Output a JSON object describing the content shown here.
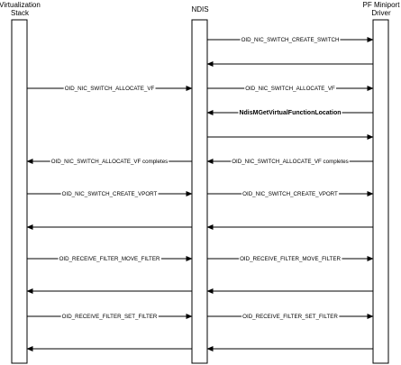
{
  "headers": {
    "virtualization_stack": [
      "Virtualization",
      "Stack"
    ],
    "ndis": [
      "NDIS"
    ],
    "pf_miniport_driver": [
      "PF Miniport",
      "Driver"
    ]
  },
  "messages": [
    {
      "from": "ndis",
      "to": "pf",
      "label": "OID_NIC_SWITCH_CREATE_SWITCH",
      "bold": false
    },
    {
      "from": "pf",
      "to": "ndis",
      "label": "",
      "bold": false
    },
    {
      "from": "vs",
      "to": "ndis",
      "label": "OID_NIC_SWITCH_ALLOCATE_VF",
      "bold": false
    },
    {
      "from": "ndis",
      "to": "pf",
      "label": "OID_NIC_SWITCH_ALLOCATE_VF",
      "bold": false
    },
    {
      "from": "pf",
      "to": "ndis",
      "label": "NdisMGetVirtualFunctionLocation",
      "bold": true
    },
    {
      "from": "ndis",
      "to": "pf",
      "label": "",
      "bold": false
    },
    {
      "from": "ndis",
      "to": "vs",
      "label": "OID_NIC_SWITCH_ALLOCATE_VF completes",
      "bold": false
    },
    {
      "from": "pf",
      "to": "ndis",
      "label": "OID_NIC_SWITCH_ALLOCATE_VF completes",
      "bold": false
    },
    {
      "from": "vs",
      "to": "ndis",
      "label": "OID_NIC_SWITCH_CREATE_VPORT",
      "bold": false
    },
    {
      "from": "ndis",
      "to": "pf",
      "label": "OID_NIC_SWITCH_CREATE_VPORT",
      "bold": false
    },
    {
      "from": "ndis",
      "to": "vs",
      "label": "",
      "bold": false
    },
    {
      "from": "pf",
      "to": "ndis",
      "label": "",
      "bold": false
    },
    {
      "from": "vs",
      "to": "ndis",
      "label": "OID_RECEIVE_FILTER_MOVE_FILTER",
      "bold": false
    },
    {
      "from": "ndis",
      "to": "pf",
      "label": "OID_RECEIVE_FILTER_MOVE_FILTER",
      "bold": false
    },
    {
      "from": "ndis",
      "to": "vs",
      "label": "",
      "bold": false
    },
    {
      "from": "pf",
      "to": "ndis",
      "label": "",
      "bold": false
    },
    {
      "from": "vs",
      "to": "ndis",
      "label": "OID_RECEIVE_FILTER_SET_FILTER",
      "bold": false
    },
    {
      "from": "ndis",
      "to": "pf",
      "label": "OID_RECEIVE_FILTER_SET_FILTER",
      "bold": false
    },
    {
      "from": "ndis",
      "to": "vs",
      "label": "",
      "bold": false
    },
    {
      "from": "pf",
      "to": "ndis",
      "label": "",
      "bold": false
    }
  ]
}
